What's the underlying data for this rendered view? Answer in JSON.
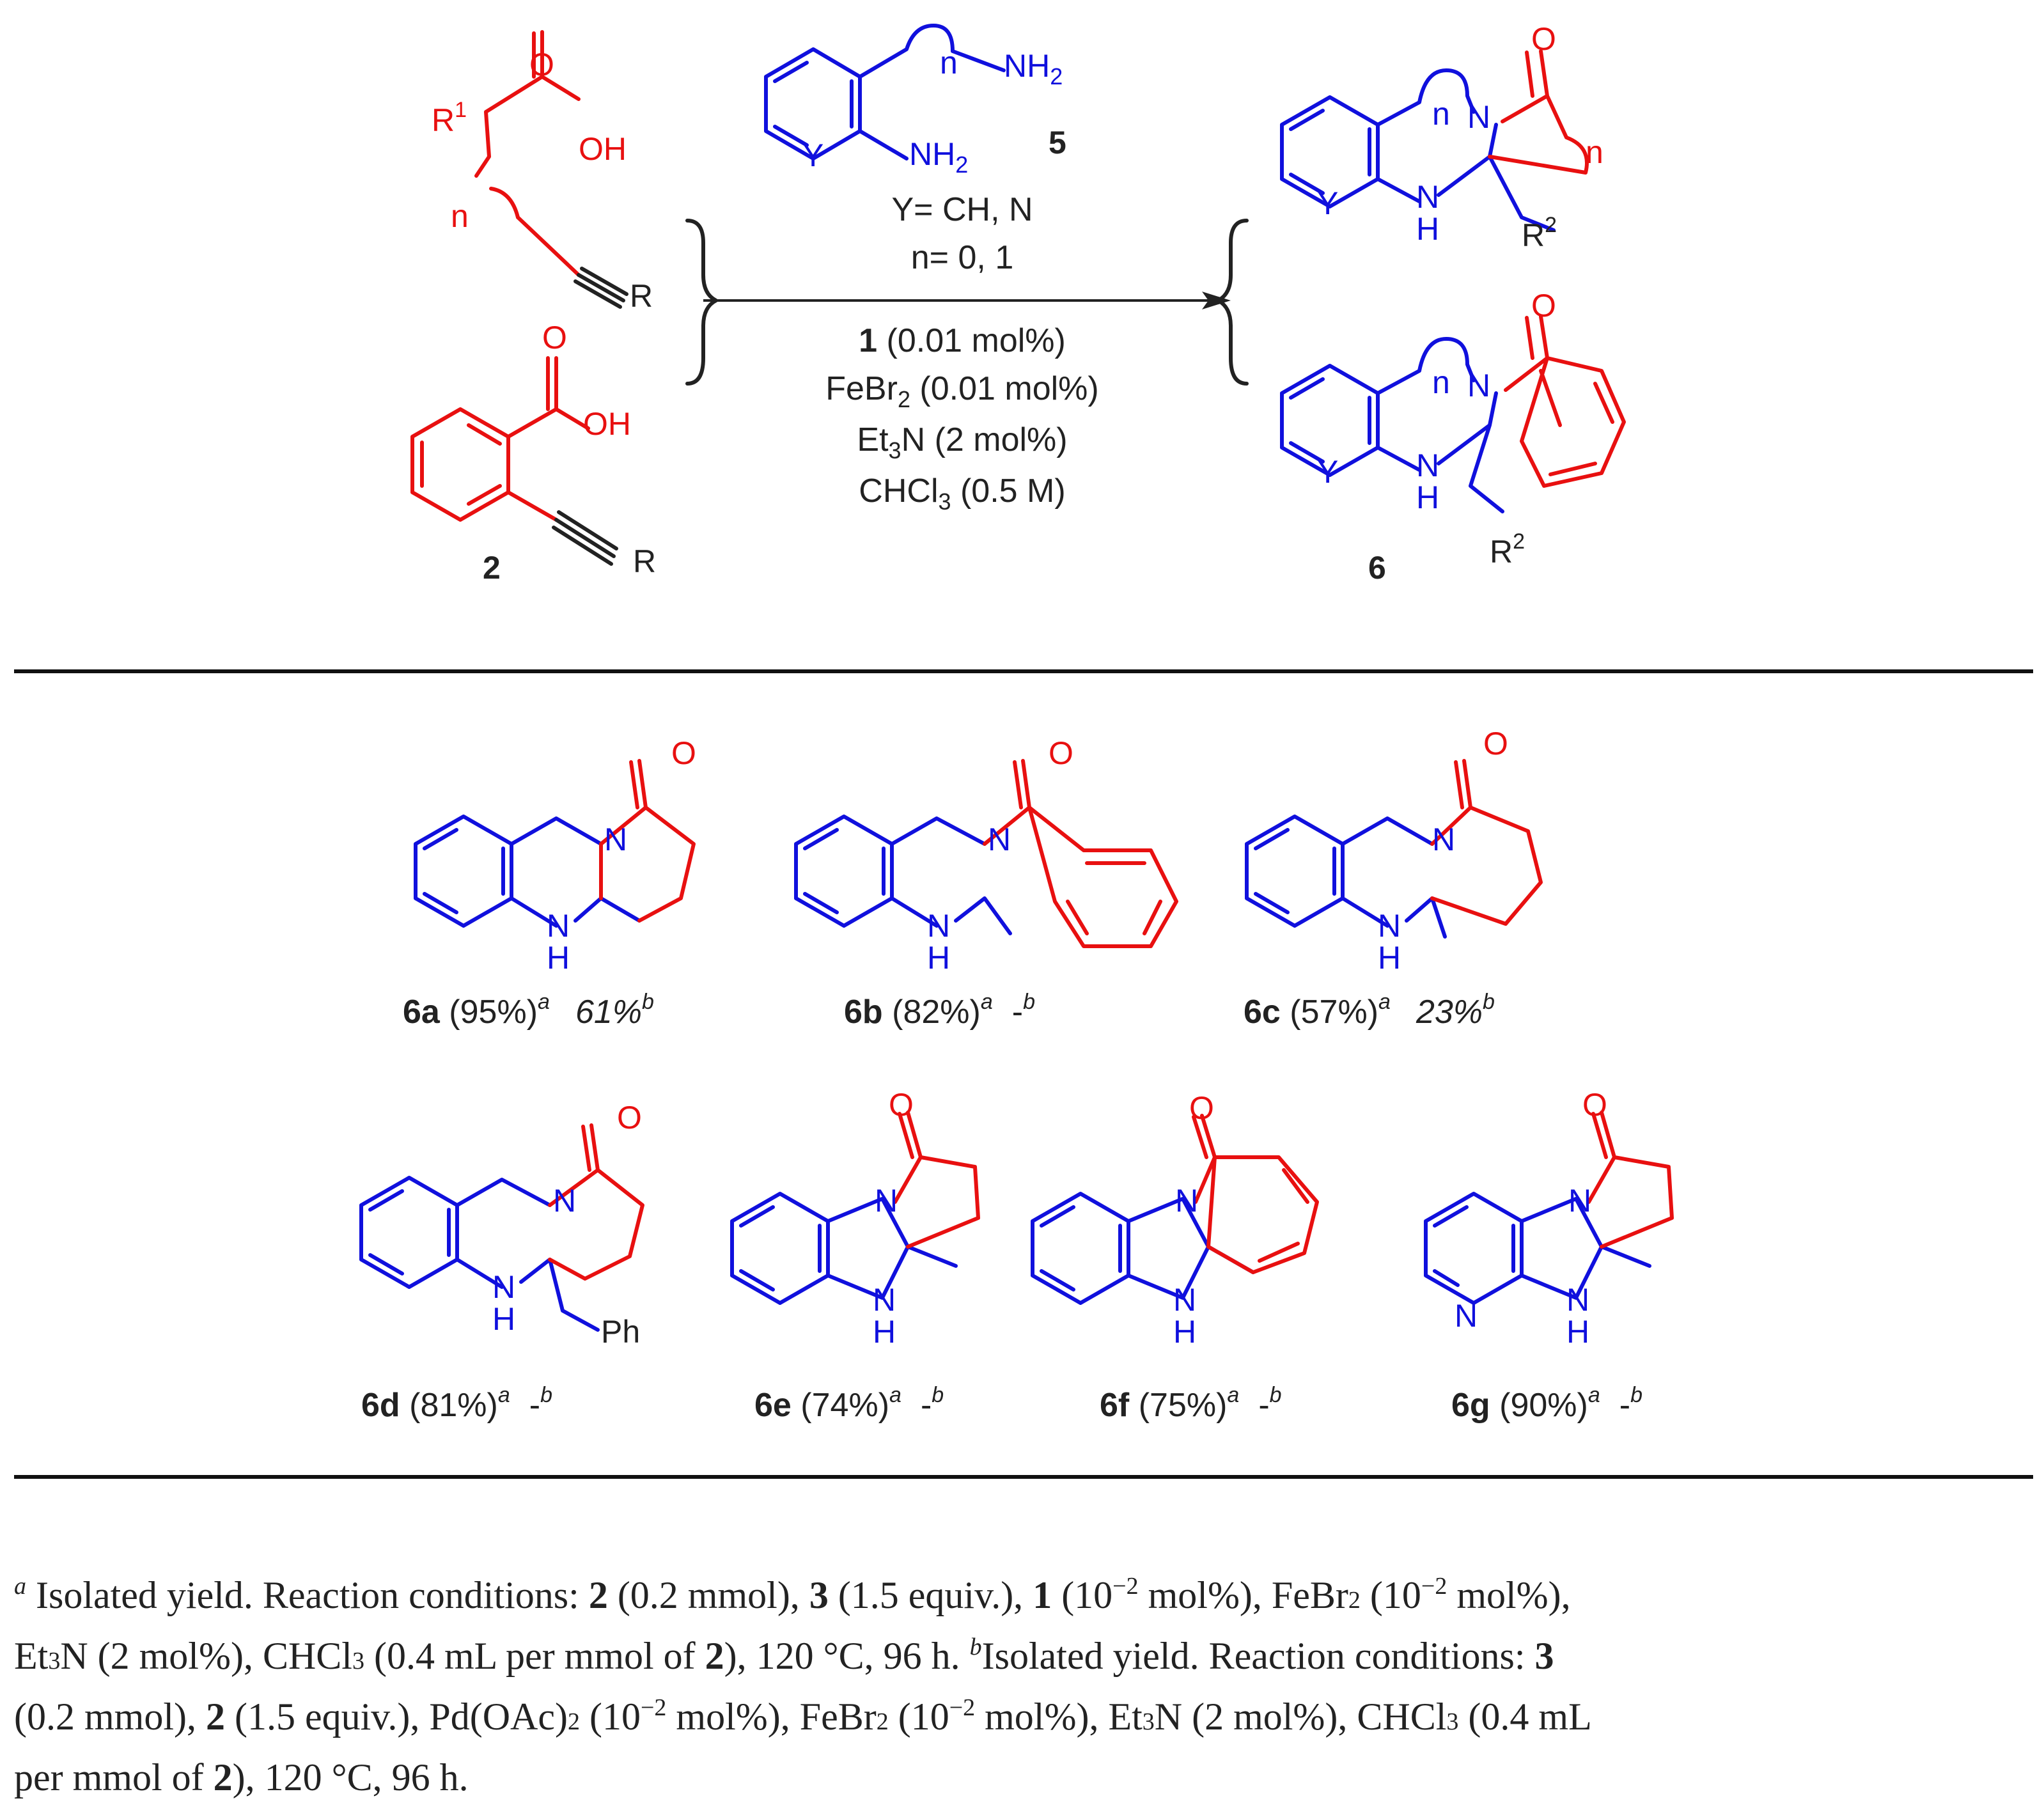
{
  "scheme": {
    "reactant_acid": {
      "r1": "R",
      "r1_sup": "1",
      "oh": "OH",
      "o": "O",
      "n": "n",
      "r": "R"
    },
    "reactant_benzoic": {
      "o": "O",
      "oh": "OH",
      "r": "R",
      "label": "2"
    },
    "amine": {
      "nh2_top": "NH",
      "nh2_top_sub": "2",
      "nh2_ring": "NH",
      "nh2_ring_sub": "2",
      "y": "Y",
      "n": "n",
      "label": "5"
    },
    "conditions_above": [
      "Y= CH, N",
      "n= 0, 1"
    ],
    "conditions_below": {
      "cat_num": "1",
      "cat_rest": " (0.01 mol%)",
      "fe_a": "FeBr",
      "fe_sub": "2",
      "fe_b": " (0.01 mol%)",
      "et_a": "Et",
      "et_sub": "3",
      "et_b": "N (2 mol%)",
      "ch_a": "CHCl",
      "ch_sub": "3",
      "ch_b": " (0.5 M)"
    },
    "product": {
      "n": "n",
      "o": "O",
      "y": "Y",
      "nh": "N",
      "h": "H",
      "r2": "R",
      "r2_sup": "2",
      "label": "6"
    }
  },
  "compounds": [
    {
      "id": "6a",
      "yield_a": "(95%)",
      "sup_a": "a",
      "yield_b": "61%",
      "sup_b": "b"
    },
    {
      "id": "6b",
      "yield_a": "(82%)",
      "sup_a": "a",
      "yield_b": "-",
      "sup_b": "b"
    },
    {
      "id": "6c",
      "yield_a": "(57%)",
      "sup_a": "a",
      "yield_b": "23%",
      "sup_b": "b"
    },
    {
      "id": "6d",
      "yield_a": "(81%)",
      "sup_a": "a",
      "yield_b": "-",
      "sup_b": "b",
      "sub": "Ph"
    },
    {
      "id": "6e",
      "yield_a": "(74%)",
      "sup_a": "a",
      "yield_b": "-",
      "sup_b": "b"
    },
    {
      "id": "6f",
      "yield_a": "(75%)",
      "sup_a": "a",
      "yield_b": "-",
      "sup_b": "b"
    },
    {
      "id": "6g",
      "yield_a": "(90%)",
      "sup_a": "a",
      "yield_b": "-",
      "sup_b": "b"
    }
  ],
  "atoms": {
    "o": "O",
    "n": "N",
    "h": "H"
  },
  "footnote": {
    "sup_a": "a",
    "l1_a": " Isolated yield. Reaction conditions: ",
    "l1_b2": "2",
    "l1_c": " (0.2 mmol), ",
    "l1_b3": "3",
    "l1_d": " (1.5 equiv.), ",
    "l1_b1": "1",
    "l1_e": " (10",
    "l1_sup1": "−2",
    "l1_f": " mol%), FeBr",
    "l1_sub": "2",
    "l1_g": " (10",
    "l1_sup2": "−2",
    "l1_h": " mol%),",
    "l2_a": "Et",
    "l2_sub1": "3",
    "l2_b": "N (2 mol%), CHCl",
    "l2_sub2": "3",
    "l2_c": " (0.4 mL per mmol of ",
    "l2_b2": "2",
    "l2_d": "), 120 °C, 96 h. ",
    "sup_b": "b",
    "l2_e": "Isolated yield. Reaction conditions: ",
    "l2_b3": "3",
    "l3_a": "(0.2 mmol), ",
    "l3_b2": "2",
    "l3_b": " (1.5 equiv.), Pd(OAc)",
    "l3_sub1": "2",
    "l3_c": " (10",
    "l3_sup1": "−2",
    "l3_d": " mol%), FeBr",
    "l3_sub2": "2",
    "l3_e": " (10",
    "l3_sup2": "−2",
    "l3_f": " mol%), Et",
    "l3_sub3": "3",
    "l3_g": "N (2 mol%), CHCl",
    "l3_sub4": "3",
    "l3_h": " (0.4 mL",
    "l4_a": "per mmol of ",
    "l4_b2": "2",
    "l4_b": "), 120 °C, 96 h."
  }
}
